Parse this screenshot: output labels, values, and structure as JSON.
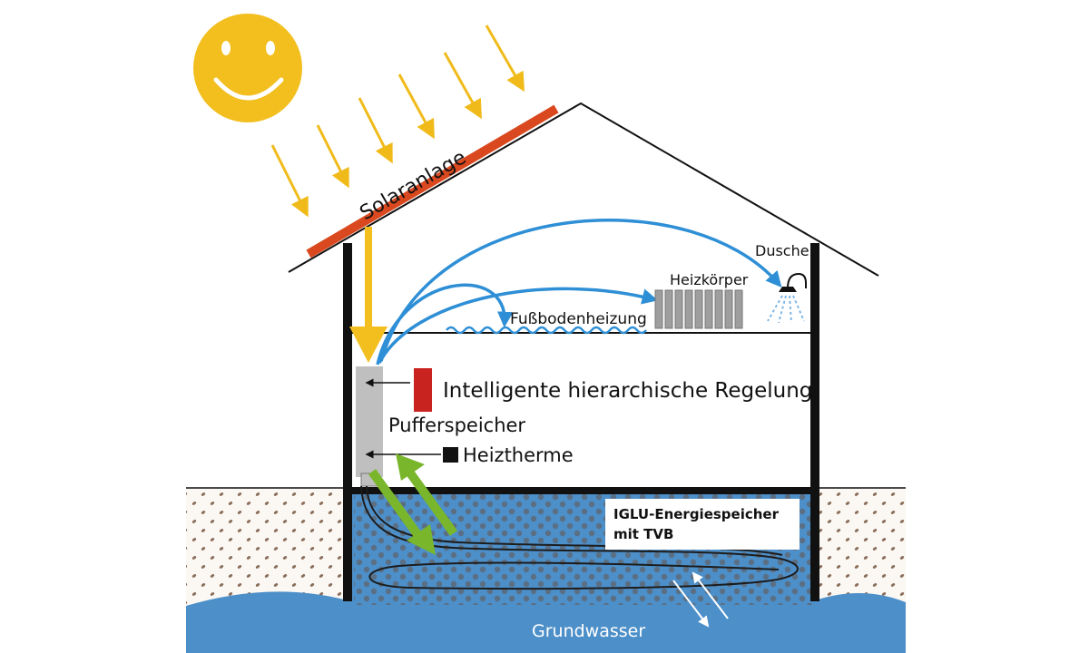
{
  "labels": {
    "solar": "Solaranlage",
    "shower": "Dusche",
    "radiator": "Heizkörper",
    "floor_heating": "Fußbodenheizung",
    "control": "Intelligente hierarchische Regelung",
    "buffer": "Pufferspeicher",
    "boiler": "Heiztherme",
    "iglu_line1": "IGLU-Energiespeicher",
    "iglu_line2": "mit TVB",
    "groundwater": "Grundwasser"
  },
  "colors": {
    "sun": "#f2bf1f",
    "solar_panel": "#d9481e",
    "sun_rays": "#f0bb1a",
    "pipes_blue": "#2e8fd6",
    "green_arrows": "#7ab62c",
    "control_box": "#c8231f",
    "buffer_tank": "#bfbfbf",
    "water": "#4d8fc9",
    "soil_dots": "#8a6e5a"
  },
  "icons": {
    "sun": "smiling-sun-icon",
    "shower": "shower-head-icon",
    "radiator": "radiator-icon"
  }
}
